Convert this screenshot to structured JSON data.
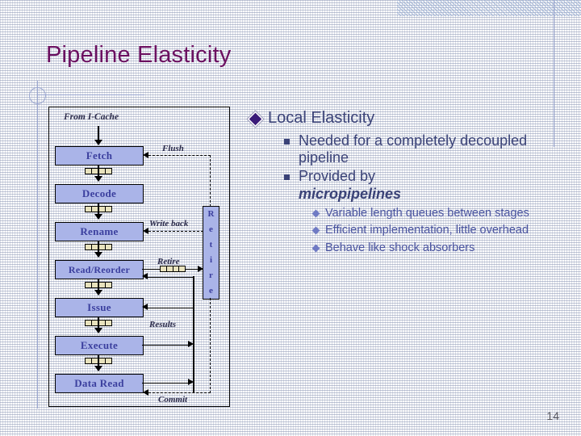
{
  "slide": {
    "title": "Pipeline Elasticity",
    "page_number": "14",
    "title_color": "#6b1060",
    "body_color": "#3a4277"
  },
  "diagram": {
    "name": "decoupled-pipeline-diagram",
    "input_label": "From I-Cache",
    "stages": [
      {
        "label": "Fetch"
      },
      {
        "label": "Decode"
      },
      {
        "label": "Rename"
      },
      {
        "label": "Read/Reorder"
      },
      {
        "label": "Issue"
      },
      {
        "label": "Execute"
      },
      {
        "label": "Data Read"
      }
    ],
    "retire_unit": {
      "label": "Retire",
      "letters": [
        "R",
        "e",
        "t",
        "i",
        "r",
        "e"
      ]
    },
    "edge_labels": {
      "flush": "Flush",
      "write_back": "Write back",
      "retire": "Retire",
      "results": "Results",
      "commit": "Commit"
    },
    "colors": {
      "stage_fill": "#aab4e8",
      "stage_text": "#3b3f9e",
      "queue_fill": "#e8e2bd",
      "line": "#000000"
    }
  },
  "panel": {
    "heading": "Local Elasticity",
    "level2": [
      {
        "text": "Needed for a completely decoupled pipeline"
      },
      {
        "text": "Provided by ",
        "emphasis": "micropipelines"
      }
    ],
    "level3": [
      "Variable length queues between stages",
      "Efficient implementation, little overhead",
      "Behave like shock absorbers"
    ]
  },
  "icons": {
    "heading_bullet": "diamond-bullet-icon",
    "level2_bullet": "square-bullet-icon",
    "level3_bullet": "small-diamond-bullet-icon"
  }
}
